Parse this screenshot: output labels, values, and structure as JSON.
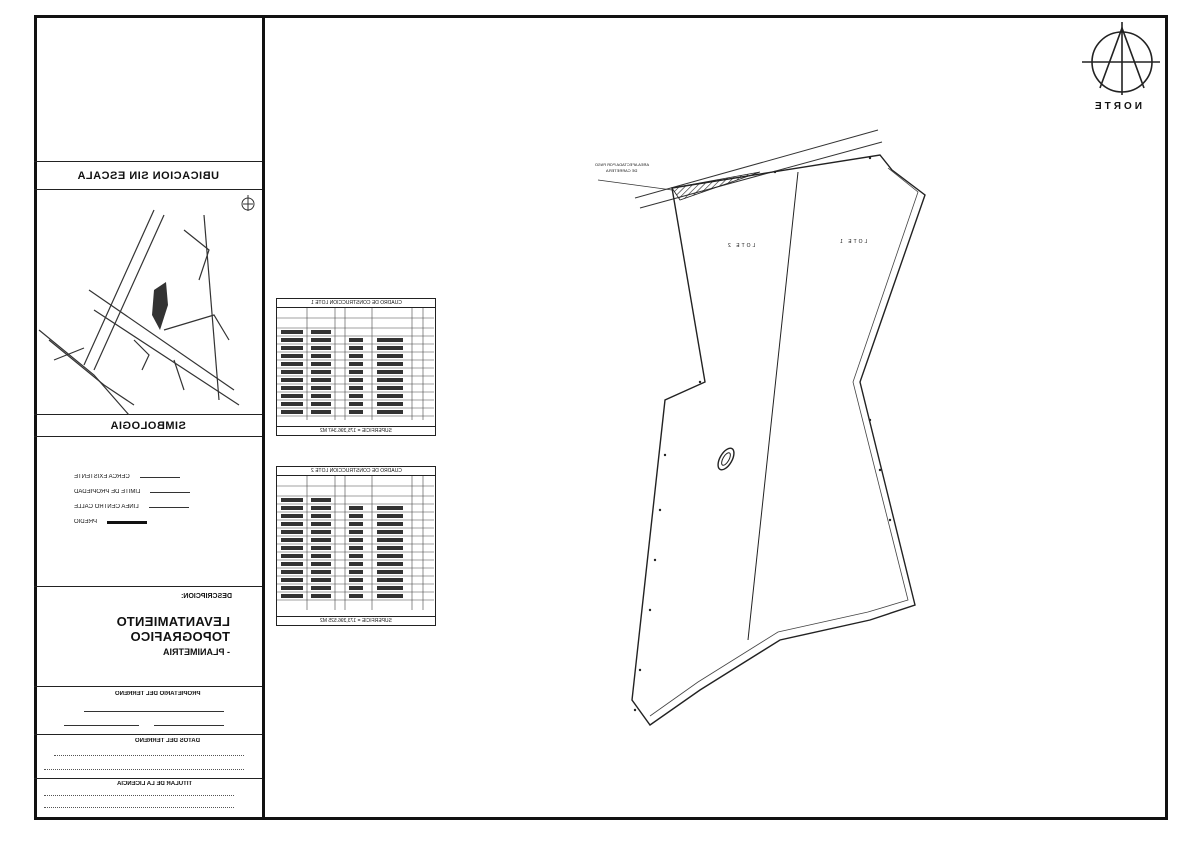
{
  "sidebar": {
    "ubicacion_title": "UBICACION SIN ESCALA",
    "simbologia_title": "SIMBOLOGIA",
    "legend": [
      {
        "label": "CERCA EXISTENTE",
        "style": "thin"
      },
      {
        "label": "LIMITE DE PROPIEDAD",
        "style": "thin"
      },
      {
        "label": "LINEA CENTRO CALLE",
        "style": "thin"
      },
      {
        "label": "PREDIO",
        "style": "thick"
      }
    ],
    "descripcion_label": "DESCRIPCION:",
    "description_main": "LEVANTAMIENTO TOPOGRAFICO",
    "description_sub": "- PLANIMETRIA",
    "propietario_title": "PROPIETARIO DEL TERRENO",
    "datos_title": "DATOS DEL TERRENO",
    "titular_title": "TITULAR DE LA LICENCIA"
  },
  "plan": {
    "north_label": "NORTE",
    "lote1_label": "LOTE 1",
    "lote2_label": "LOTE 2",
    "callout_line1": "AREA AFECTADA POR PASO",
    "callout_line2": "DE CARRETERA"
  },
  "tables": {
    "table1_title": "CUADRO DE CONSTRUCCION LOTE 1",
    "table1_footer": "SUPERFICIE = 175,396.347 M2",
    "table2_title": "CUADRO DE CONSTRUCCION LOTE 2",
    "table2_footer": "SUPERFICIE = 173,396.525 M2"
  },
  "colors": {
    "ink": "#111111",
    "paper": "#ffffff"
  }
}
